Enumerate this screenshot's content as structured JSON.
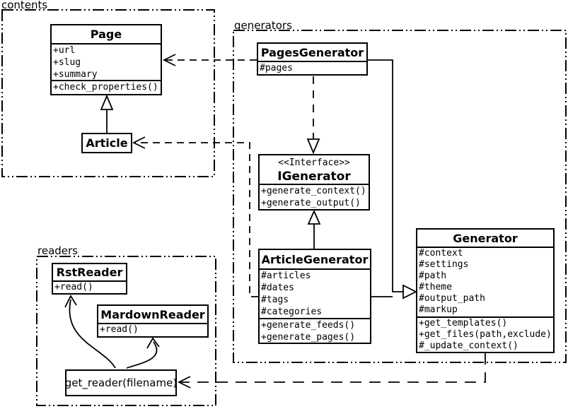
{
  "packages": {
    "contents": {
      "label": "contents"
    },
    "generators": {
      "label": "generators"
    },
    "readers": {
      "label": "readers"
    }
  },
  "classes": {
    "page": {
      "name": "Page",
      "attributes": [
        "+url",
        "+slug",
        "+summary"
      ],
      "methods": [
        "+check_properties()"
      ]
    },
    "article": {
      "name": "Article"
    },
    "pages_generator": {
      "name": "PagesGenerator",
      "attributes": [
        "#pages"
      ]
    },
    "igenerator": {
      "stereotype": "<<Interface>>",
      "name": "IGenerator",
      "methods": [
        "+generate_context()",
        "+generate_output()"
      ]
    },
    "article_generator": {
      "name": "ArticleGenerator",
      "attributes": [
        "#articles",
        "#dates",
        "#tags",
        "#categories"
      ],
      "methods": [
        "+generate_feeds()",
        "+generate_pages()"
      ]
    },
    "generator": {
      "name": "Generator",
      "attributes": [
        "#context",
        "#settings",
        "#path",
        "#theme",
        "#output_path",
        "#markup"
      ],
      "methods": [
        "+get_templates()",
        "+get_files(path,exclude)",
        "#_update_context()"
      ]
    },
    "rst_reader": {
      "name": "RstReader",
      "methods": [
        "+read()"
      ]
    },
    "markdown_reader": {
      "name": "MardownReader",
      "methods": [
        "+read()"
      ]
    },
    "get_reader": {
      "name": "get_reader(filename)"
    }
  },
  "relationships": [
    {
      "from": "Article",
      "to": "Page",
      "type": "generalization"
    },
    {
      "from": "PagesGenerator",
      "to": "Page",
      "type": "dependency"
    },
    {
      "from": "ArticleGenerator",
      "to": "Article",
      "type": "dependency"
    },
    {
      "from": "PagesGenerator",
      "to": "IGenerator",
      "type": "realization"
    },
    {
      "from": "ArticleGenerator",
      "to": "IGenerator",
      "type": "generalization"
    },
    {
      "from": "PagesGenerator",
      "to": "Generator",
      "type": "generalization"
    },
    {
      "from": "ArticleGenerator",
      "to": "Generator",
      "type": "generalization"
    },
    {
      "from": "Generator",
      "to": "get_reader(filename)",
      "type": "dependency"
    },
    {
      "from": "get_reader(filename)",
      "to": "RstReader",
      "type": "call"
    },
    {
      "from": "get_reader(filename)",
      "to": "MardownReader",
      "type": "call"
    }
  ],
  "colors": {
    "line": "#000000",
    "background": "#ffffff",
    "box_fill": "#ffffff"
  }
}
